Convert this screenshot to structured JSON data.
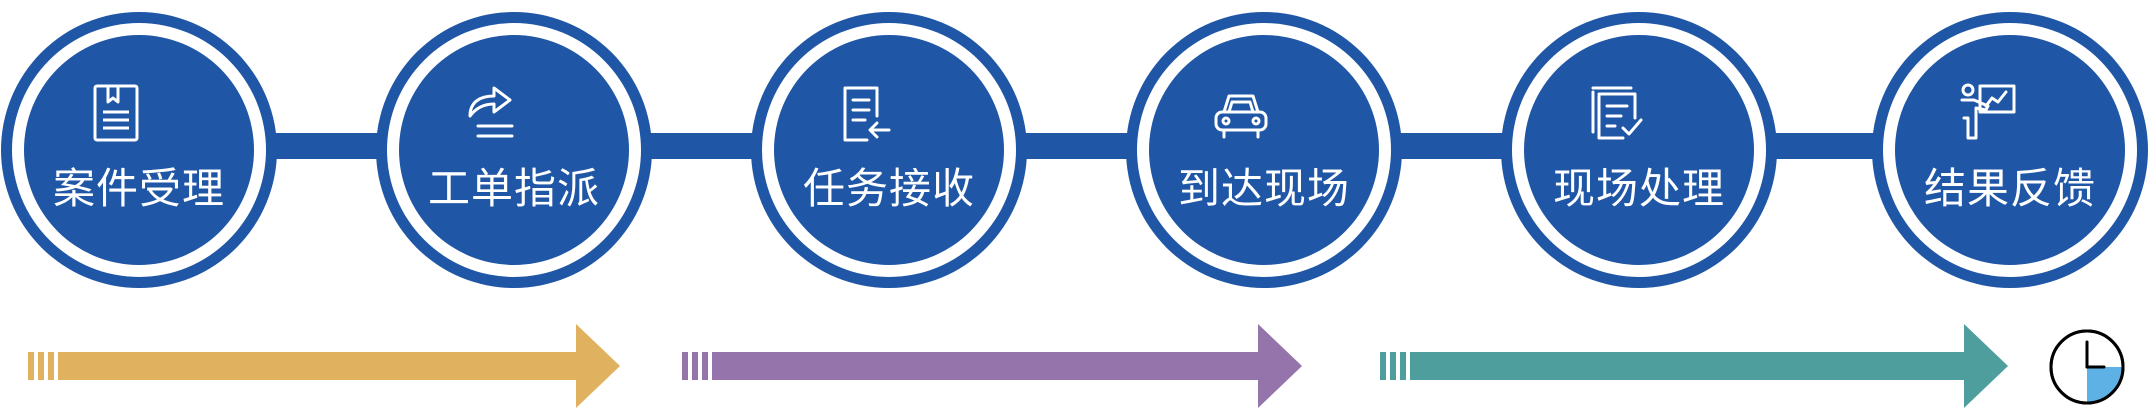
{
  "steps": [
    {
      "label": "案件受理",
      "icon": "document-icon"
    },
    {
      "label": "工单指派",
      "icon": "share-forward-icon"
    },
    {
      "label": "任务接收",
      "icon": "document-receive-icon"
    },
    {
      "label": "到达现场",
      "icon": "car-icon"
    },
    {
      "label": "现场处理",
      "icon": "checklist-icon"
    },
    {
      "label": "结果反馈",
      "icon": "presentation-icon"
    }
  ],
  "colors": {
    "primary": "#1f56a6",
    "arrow_gold": "#e0b25f",
    "arrow_purple": "#9474aa",
    "arrow_teal": "#4f9e9e",
    "clock_fill": "#5db1e4"
  },
  "arrows": [
    {
      "color": "#e0b25f"
    },
    {
      "color": "#9474aa"
    },
    {
      "color": "#4f9e9e"
    }
  ],
  "end_icon": "clock-icon"
}
